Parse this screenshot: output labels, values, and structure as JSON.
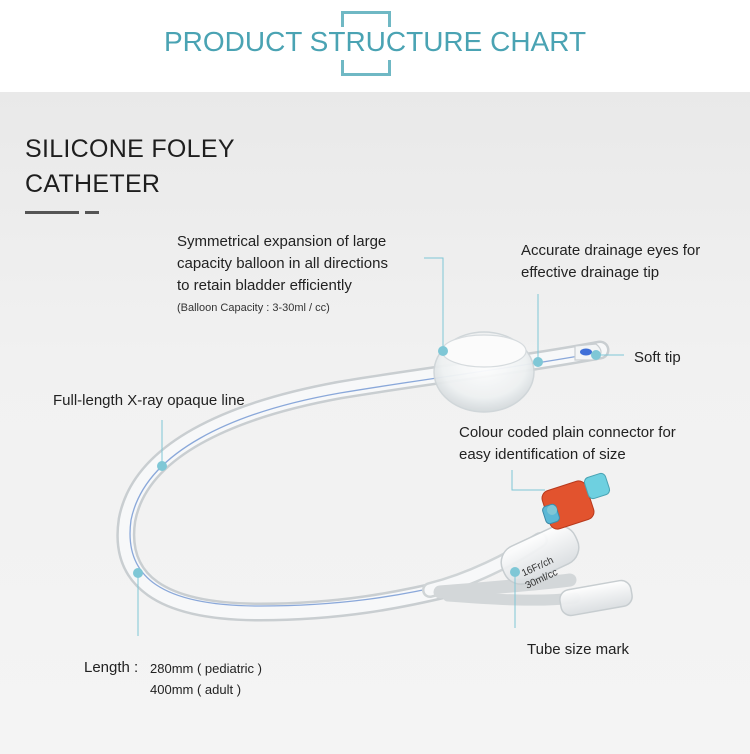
{
  "header": {
    "title": "PRODUCT STRUCTURE CHART"
  },
  "product": {
    "title_line1": "SILICONE FOLEY",
    "title_line2": "CATHETER"
  },
  "annotations": {
    "balloon_line1": "Symmetrical expansion of large",
    "balloon_line2": "capacity balloon in all directions",
    "balloon_line3": "to retain bladder efficiently",
    "balloon_capacity": "(Balloon Capacity : 3-30ml / cc)",
    "drainage_line1": "Accurate drainage eyes for",
    "drainage_line2": "effective drainage tip",
    "soft_tip": "Soft tip",
    "xray_line": "Full-length X-ray opaque line",
    "connector_line1": "Colour coded plain connector for",
    "connector_line2": "easy identification of size",
    "tube_size_mark": "Tube size mark",
    "length_label": "Length :",
    "length_pediatric": "280mm ( pediatric )",
    "length_adult": "400mm ( adult )"
  },
  "tube_marking": {
    "size": "16Fr/ch",
    "capacity": "30ml/cc"
  },
  "colors": {
    "accent": "#4aa3b3",
    "pointer": "#7fc7d6",
    "connector": "#e2532e",
    "connector_tip": "#6ed0e0"
  }
}
